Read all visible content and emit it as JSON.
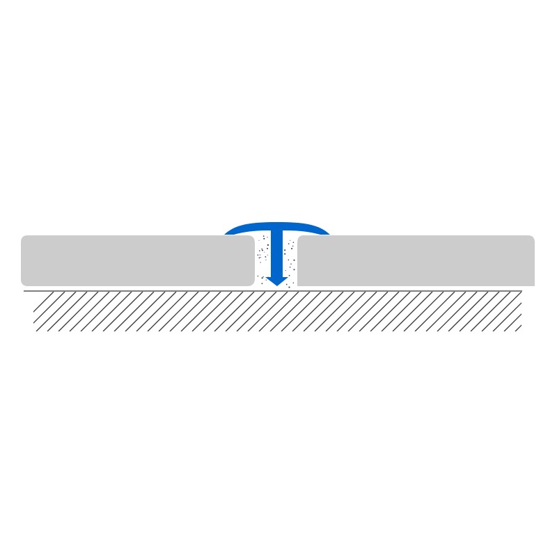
{
  "diagram": {
    "subject": "t-profile-floor-transition-cross-section",
    "colors": {
      "background": "#ffffff",
      "panel": "#cccccc",
      "profile": "#0066cc",
      "hatch": "#333333",
      "adhesive": "#ffffff",
      "adhesive_dots": "#2b3a6b"
    },
    "parts": {
      "left_panel": "floor-panel",
      "right_panel": "floor-panel",
      "t_profile": "t-profile",
      "adhesive": "adhesive-fill",
      "substrate": "subfloor-hatched"
    }
  }
}
